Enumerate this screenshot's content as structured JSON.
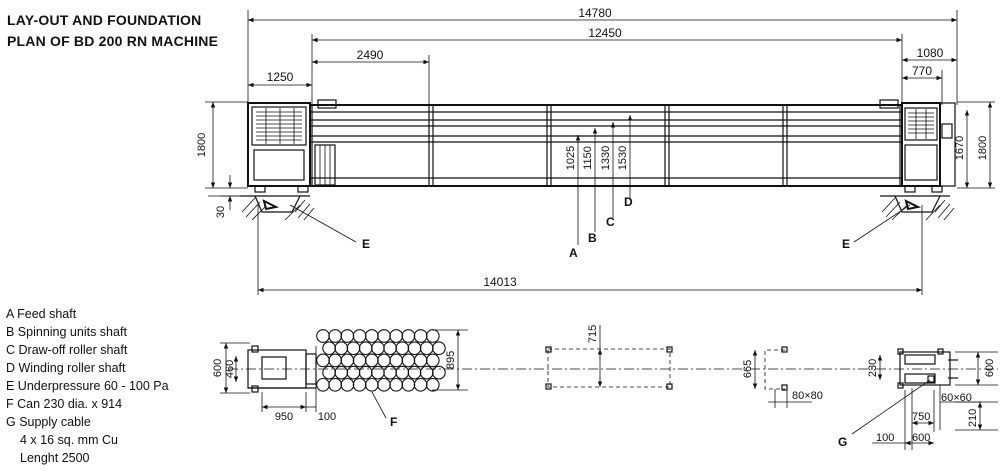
{
  "title": {
    "line1": "LAY-OUT AND FOUNDATION",
    "line2": "PLAN OF BD 200 RN MACHINE"
  },
  "legend": [
    {
      "text": "A Feed shaft"
    },
    {
      "text": "B Spinning units shaft"
    },
    {
      "text": "C Draw-off roller shaft"
    },
    {
      "text": "D Winding roller shaft"
    },
    {
      "text": "E Underpressure 60 - 100 Pa"
    },
    {
      "text": "F Can 230 dia. x 914"
    },
    {
      "text": "G Supply cable"
    },
    {
      "text": "4 x 16 sq. mm Cu"
    },
    {
      "text": "Lenght 2500"
    }
  ],
  "elevation": {
    "dims": {
      "overall": "14780",
      "inner": "12450",
      "left_offset": "2490",
      "left_end": "1250",
      "right_end": "1080",
      "right_inner": "770",
      "height_left": "1800",
      "height_right": "1800",
      "height_right_inner": "1670",
      "base": "30",
      "foundation_span": "14013",
      "h1": "1025",
      "h2": "1150",
      "h3": "1330",
      "h4": "1530"
    },
    "tags": {
      "a": "A",
      "b": "B",
      "c": "C",
      "d": "D",
      "e_left": "E",
      "e_right": "E"
    }
  },
  "plan": {
    "dims": {
      "width_outer": "600",
      "width_inner": "460",
      "can_area": "895",
      "feed_len": "950",
      "feed_gap": "100",
      "mid_block": "715",
      "right_block": "665",
      "hole": "80×80",
      "right_small": "230",
      "right_width": "600",
      "cable_hole": "60×60",
      "cable_750": "750",
      "cable_100": "100",
      "cable_600": "600",
      "cable_210": "210"
    },
    "tags": {
      "f": "F",
      "g": "G"
    }
  }
}
